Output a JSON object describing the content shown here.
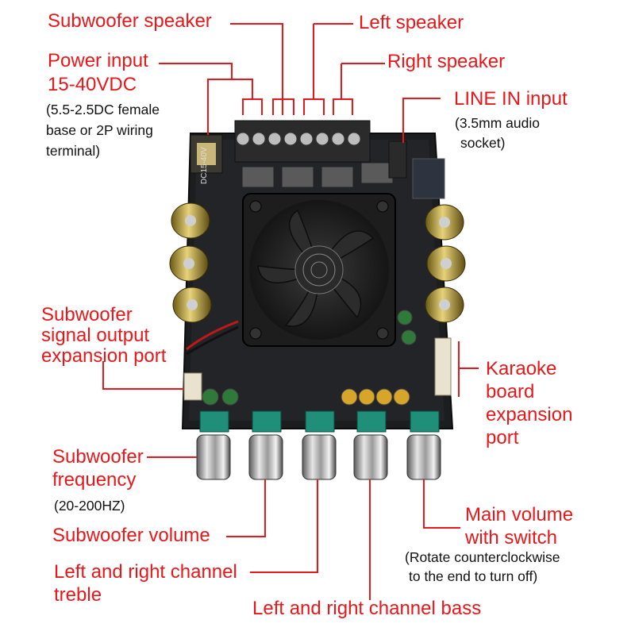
{
  "labels": {
    "subwoofer_speaker": "Subwoofer speaker",
    "left_speaker": "Left speaker",
    "right_speaker": "Right speaker",
    "power_input_line1": "Power input",
    "power_input_line2": "15-40VDC",
    "power_input_note": [
      "(5.5-2.5DC female",
      "base or 2P wiring",
      "terminal)"
    ],
    "line_in": "LINE IN input",
    "line_in_note": [
      "(3.5mm audio",
      "socket)"
    ],
    "sub_signal_out": [
      "Subwoofer",
      "signal output",
      "expansion port"
    ],
    "karaoke": [
      "Karaoke",
      "board",
      "expansion",
      "port"
    ],
    "sub_freq": [
      "Subwoofer",
      "frequency"
    ],
    "sub_freq_note": "(20-200HZ)",
    "sub_volume": "Subwoofer volume",
    "treble": [
      "Left and right channel",
      "treble"
    ],
    "bass": "Left and right channel bass",
    "main_volume": [
      "Main volume",
      "with switch"
    ],
    "main_volume_note": [
      "(Rotate counterclockwise",
      "to the end to turn off)"
    ]
  },
  "board_silkscreen": "DC15-40V",
  "colors": {
    "label": "#e8171a",
    "leader": "#e8171a",
    "note": "#111111",
    "board": "#1c1d1f"
  }
}
